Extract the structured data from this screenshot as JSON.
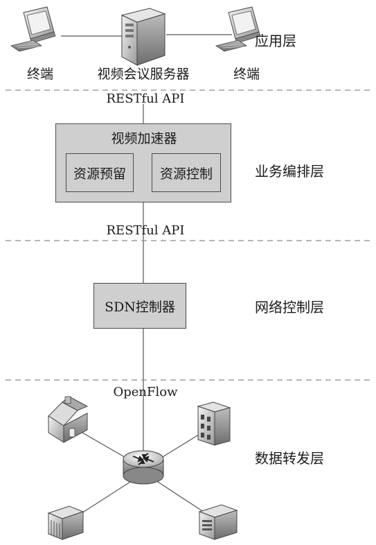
{
  "layers": {
    "application": "应用层",
    "orchestration": "业务编排层",
    "control": "网络控制层",
    "forwarding": "数据转发层"
  },
  "app_layer": {
    "terminal_left": "终端",
    "server": "视频会议服务器",
    "terminal_right": "终端"
  },
  "interfaces": {
    "north_api_top": "RESTful API",
    "north_api_bottom": "RESTful API",
    "southbound": "OpenFlow"
  },
  "accelerator": {
    "title": "视频加速器",
    "module_left": "资源预留",
    "module_right": "资源控制"
  },
  "controller": {
    "title": "SDN控制器"
  },
  "colors": {
    "box_fill": "#cfcfcf",
    "stroke": "#4a4a4a",
    "dash": "#8a8a8a"
  },
  "icons": [
    "desktop-computer-icon",
    "tower-server-icon",
    "router-icon",
    "house-icon",
    "office-building-icon",
    "factory-icon",
    "data-center-icon"
  ]
}
